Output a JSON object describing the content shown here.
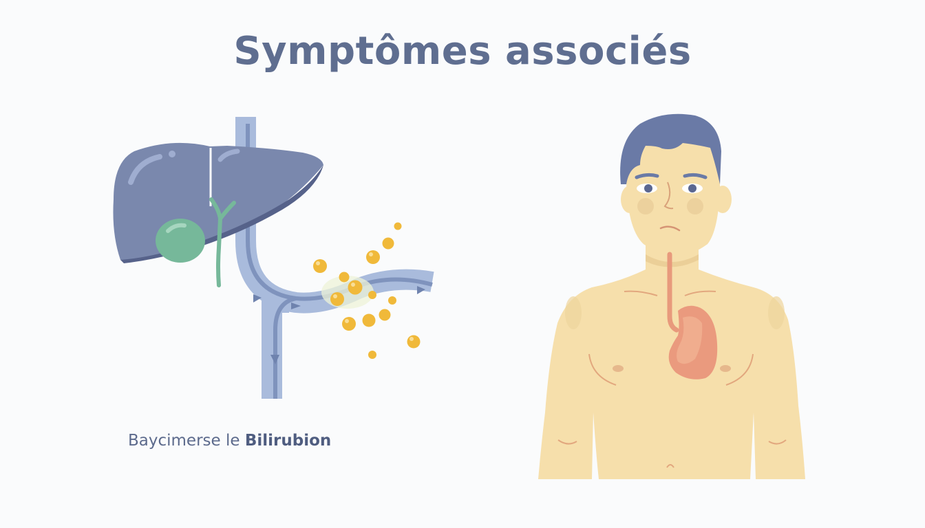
{
  "title": "Symptômes associés",
  "caption": {
    "prefix": "Baycimerse le ",
    "emphasis": "Bilirubion"
  },
  "illustrations": {
    "left": {
      "subject": "liver-gallbladder-bile-duct",
      "elements": [
        "liver",
        "gallbladder",
        "cystic-duct",
        "bile-duct",
        "flow-arrows",
        "bilirubin-particles"
      ]
    },
    "right": {
      "subject": "person-torso-stomach",
      "elements": [
        "head",
        "hair",
        "face-worried-expression",
        "neck",
        "esophagus",
        "stomach",
        "torso"
      ]
    }
  },
  "colors": {
    "background": "#fafbfc",
    "title": "#5f6e90",
    "liver": "#7a88ad",
    "liver_shadow": "#56628a",
    "gallbladder": "#76b89a",
    "duct": "#a9bbdc",
    "duct_inner": "#7f93bd",
    "particles": "#f0b93a",
    "skin": "#f6dfab",
    "hair": "#6a7aa6",
    "stomach": "#ea9a7e",
    "esophagus": "#e89a7c"
  }
}
